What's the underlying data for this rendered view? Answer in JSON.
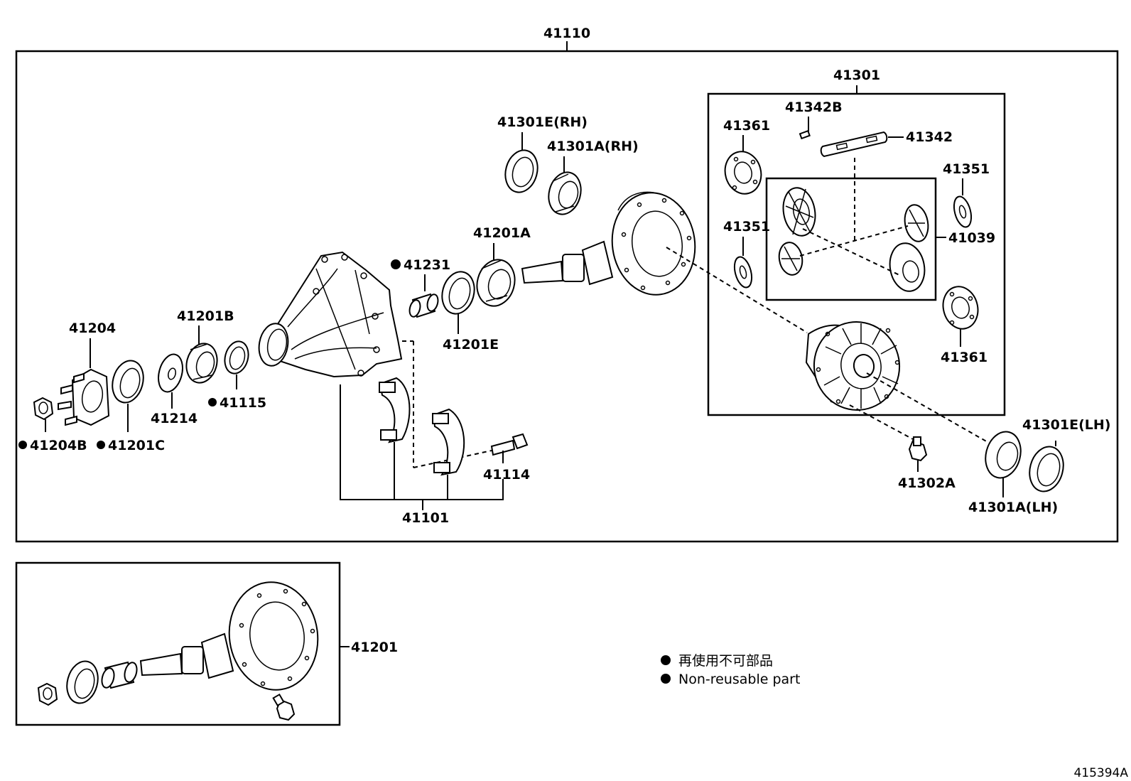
{
  "diagram": {
    "labels": {
      "assy_41110": "41110",
      "diff_case_41301": "41301",
      "pin_41342B": "41342B",
      "shaft_41342": "41342",
      "washer_41361_top": "41361",
      "washer_41351_right": "41351",
      "washer_41351_left": "41351",
      "gear_set_41039": "41039",
      "washer_41361_bottom": "41361",
      "race_41301E_RH": "41301E(RH)",
      "bearing_41301A_RH": "41301A(RH)",
      "bearing_41201A": "41201A",
      "spacer_41231": "41231",
      "race_41201E": "41201E",
      "bearing_41201B": "41201B",
      "flange_41204": "41204",
      "shim_41115": "41115",
      "plate_41214": "41214",
      "nut_41204B": "41204B",
      "seal_41201C": "41201C",
      "bolt_41114": "41114",
      "carrier_41101": "41101",
      "bolt_41302A": "41302A",
      "race_41301E_LH": "41301E(LH)",
      "bearing_41301A_LH": "41301A(LH)",
      "gear_kit_41201": "41201"
    },
    "legend": {
      "line1": "再使用不可部品",
      "line2": "Non-reusable part"
    },
    "drawing_code": "415394A"
  }
}
